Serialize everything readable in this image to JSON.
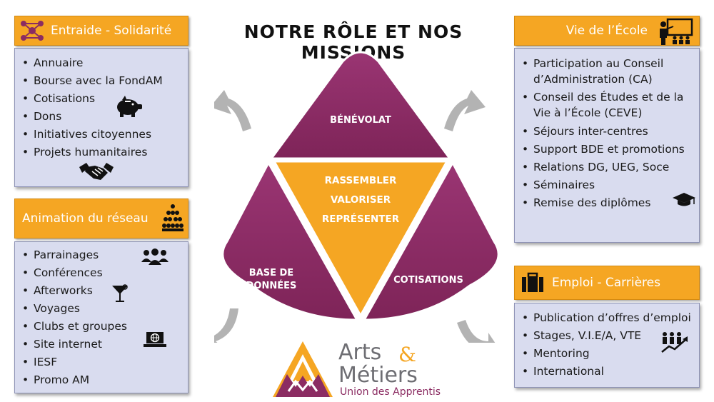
{
  "title": "NOTRE RÔLE ET NOS MISSIONS",
  "entraide": {
    "title": "Entraide - Solidarité",
    "items": [
      "Annuaire",
      "Bourse avec la FondAM",
      "Cotisations",
      "Dons",
      "Initiatives citoyennes",
      "Projets humanitaires"
    ],
    "icons": [
      "network-icon",
      "piggy-bank-icon",
      "handshake-icon"
    ]
  },
  "animation": {
    "title": "Animation du réseau",
    "items": [
      "Parrainages",
      "Conférences",
      "Afterworks",
      "Voyages",
      "Clubs et groupes",
      "Site internet",
      "IESF",
      "Promo AM"
    ],
    "icons": [
      "crowd-icon",
      "people-group-icon",
      "cocktail-icon",
      "laptop-globe-icon"
    ]
  },
  "vie_ecole": {
    "title": "Vie de l’École",
    "items": [
      "Participation au Conseil d’Administration (CA)",
      "Conseil des Études et de la Vie à l’École (CEVE)",
      "Séjours inter-centres",
      "Support BDE et promotions",
      "Relations DG, UEG, Soce",
      "Séminaires",
      "Remise des diplômes"
    ],
    "icons": [
      "presentation-icon",
      "graduation-cap-icon"
    ]
  },
  "emploi": {
    "title": "Emploi - Carrières",
    "items": [
      "Publication d’offres d’emploi",
      "Stages, V.I.E/A, VTE",
      "Mentoring",
      "International"
    ],
    "icons": [
      "briefcase-icon",
      "growth-people-icon"
    ]
  },
  "center": {
    "top": "BÉNÉVOLAT",
    "left_line1": "BASE DE",
    "left_line2": "DONNÉES",
    "right": "COTISATIONS",
    "middle": [
      "RASSEMBLER",
      "VALORISER",
      "REPRÉSENTER"
    ]
  },
  "logo": {
    "line1": "Arts",
    "amp": "&",
    "line2": "Métiers",
    "subtitle": "Union des Apprentis"
  },
  "colors": {
    "orange": "#f5a623",
    "purple": "#8b2c62",
    "box_fill": "#d9dcef",
    "arrow": "#b3b3b3"
  }
}
